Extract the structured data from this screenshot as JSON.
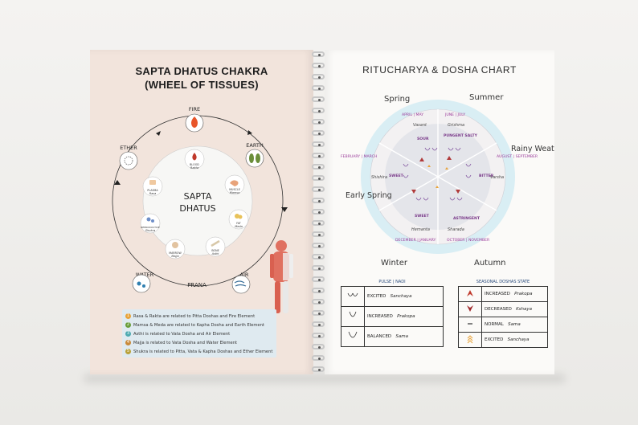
{
  "left_page": {
    "title_line1": "SAPTA DHATUS CHAKRA",
    "title_line2": "(WHEEL OF TISSUES)",
    "center_line1": "SAPTA",
    "center_line2": "DHATUS",
    "prana_label": "PRANA",
    "elements": [
      {
        "label": "FIRE",
        "color": "#e8552a",
        "icon": "flame-icon"
      },
      {
        "label": "EARTH",
        "color": "#6a8e3a",
        "icon": "leaf-icon"
      },
      {
        "label": "AIR",
        "color": "#3a6f9a",
        "icon": "wind-icon"
      },
      {
        "label": "WATER",
        "color": "#2f7fb0",
        "icon": "water-drops-icon"
      },
      {
        "label": "ETHER",
        "color": "#555555",
        "icon": "galaxy-icon"
      }
    ],
    "dhatus": [
      {
        "name": "BLOOD",
        "sanskrit": "Rakta",
        "num": "1",
        "icon": "blood-drop-icon"
      },
      {
        "name": "MUSCLE",
        "sanskrit": "Mamsa",
        "num": "2",
        "icon": "muscle-arm-icon"
      },
      {
        "name": "FAT",
        "sanskrit": "Meda",
        "num": "2",
        "icon": "fat-cells-icon"
      },
      {
        "name": "BONE",
        "sanskrit": "Asthi",
        "num": "3",
        "icon": "bone-icon"
      },
      {
        "name": "MARROW",
        "sanskrit": "Majja",
        "num": "4",
        "icon": "marrow-icon"
      },
      {
        "name": "REPRODUCTIVE",
        "sanskrit": "Shukra",
        "num": "5",
        "icon": "cells-icon"
      },
      {
        "name": "PLASMA",
        "sanskrit": "Rasa",
        "num": "1",
        "icon": "plasma-icon"
      }
    ],
    "legend": [
      {
        "num": "1",
        "color": "#e8a33a",
        "text": "Rasa & Rakta are related to Pitta Doshas and Fire Element"
      },
      {
        "num": "2",
        "color": "#6a9e3a",
        "text": "Mamsa & Meda are related to Kapha Dosha and Earth Element"
      },
      {
        "num": "3",
        "color": "#4eaab0",
        "text": "Asthi is related to Vata Dosha and Air Element"
      },
      {
        "num": "4",
        "color": "#c98a3a",
        "text": "Majja is related to Vata Dosha and Water Element"
      },
      {
        "num": "5",
        "color": "#b9a13a",
        "text": "Shukra is related to Pitta, Vata & Kapha Doshas and Ether Element"
      }
    ]
  },
  "right_page": {
    "title": "RITUCHARYA & DOSHA CHART",
    "seasons": [
      {
        "name": "Spring",
        "sanskrit": "Vasant",
        "months": "APRIL | MAY"
      },
      {
        "name": "Summer",
        "sanskrit": "Grishma",
        "months": "JUNE | JULY"
      },
      {
        "name": "Rainy Weather",
        "sanskrit": "Varsha",
        "months": "AUGUST | SEPTEMBER"
      },
      {
        "name": "Autumn",
        "sanskrit": "Sharada",
        "months": "OCTOBER | NOVEMBER"
      },
      {
        "name": "Winter",
        "sanskrit": "Hemanta",
        "months": "DECEMBER | JANUARY"
      },
      {
        "name": "Early Spring",
        "sanskrit": "Shishira",
        "months": "FEBRUARY | MARCH"
      }
    ],
    "tastes": [
      "SOUR",
      "PUNGENT SALTY",
      "BITTER",
      "ASTRINGENT",
      "SWEET",
      "SWEET"
    ],
    "pulse": {
      "heading": "PULSE | NADI",
      "rows": [
        {
          "state": "EXCITED",
          "term": "Sanchaya",
          "icon": "pulse-excited-icon"
        },
        {
          "state": "INCREASED",
          "term": "Prakopa",
          "icon": "pulse-increased-icon"
        },
        {
          "state": "BALANCED",
          "term": "Sama",
          "icon": "pulse-balanced-icon"
        }
      ]
    },
    "seasonal_state": {
      "heading": "SEASONAL DOSHAS STATE",
      "rows": [
        {
          "state": "INCREASED",
          "term": "Prakopa",
          "icon": "increased-arrow-icon",
          "color": "#c0392b"
        },
        {
          "state": "DECREASED",
          "term": "Kshaya",
          "icon": "decreased-arrow-icon",
          "color": "#a0282b"
        },
        {
          "state": "NORMAL",
          "term": "Sama",
          "icon": "normal-dash-icon",
          "color": "#333333"
        },
        {
          "state": "EXCITED",
          "term": "Sanchaya",
          "icon": "excited-chevrons-icon",
          "color": "#e8a33a"
        }
      ]
    }
  }
}
